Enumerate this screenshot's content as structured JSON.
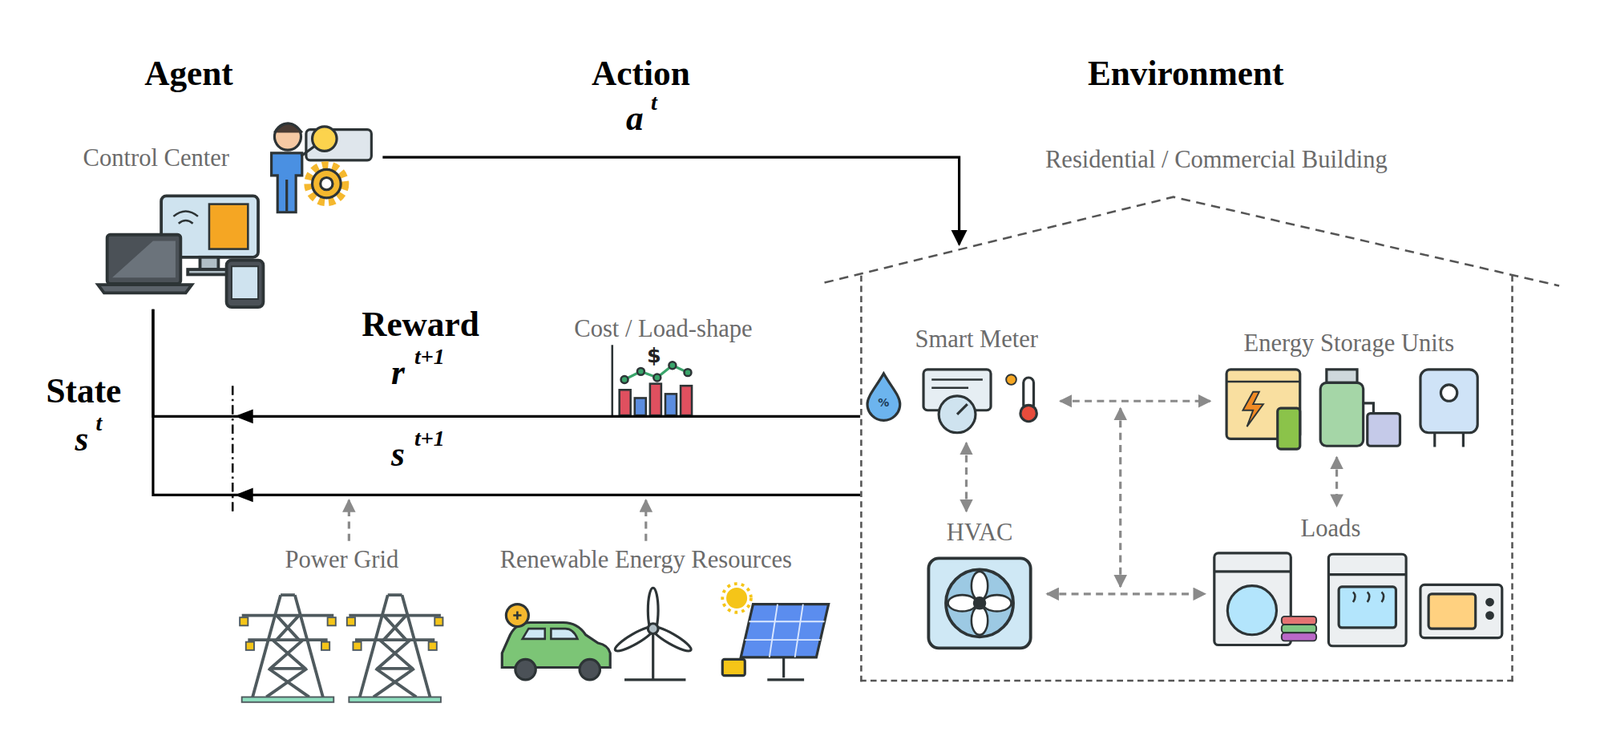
{
  "diagram": {
    "nodes": [
      {
        "text": [
          "Agent",
          "Control Center"
        ]
      },
      {
        "text": [
          "Environment",
          "Residential / Commercial Building"
        ]
      },
      {
        "text": [
          "Smart Meter"
        ],
        "in": 1
      },
      {
        "text": [
          "Energy Storage Units"
        ],
        "in": 1
      },
      {
        "text": [
          "HVAC"
        ],
        "in": 1
      },
      {
        "text": [
          "Loads"
        ],
        "in": 1
      },
      {
        "text": [
          "Power Grid"
        ]
      },
      {
        "text": [
          "Renewable Energy Resources"
        ]
      }
    ],
    "edges": [
      {
        "from": 0,
        "to": 1,
        "arrow": "to",
        "label": "Action"
      },
      {
        "from": 1,
        "to": 0,
        "arrow": "to",
        "label": "Reward"
      },
      {
        "from": 1,
        "to": 0,
        "arrow": "to"
      },
      {
        "from": 2,
        "to": 3,
        "arrow": "both"
      },
      {
        "from": 2,
        "to": 4,
        "arrow": "both"
      },
      {
        "from": 4,
        "to": 5,
        "arrow": "both"
      },
      {
        "from": 3,
        "to": 5,
        "arrow": "both"
      }
    ],
    "labels": [
      "a",
      "t",
      "r",
      "t+1",
      "s",
      "t+1",
      "State",
      "s",
      "t",
      "Cost / Load-shape",
      "$",
      "%"
    ]
  }
}
